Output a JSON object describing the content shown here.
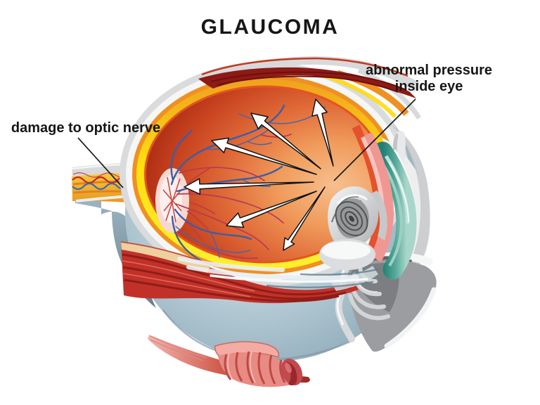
{
  "title": "GLAUCOMA",
  "annotations": {
    "pressure": {
      "line1": "abnormal pressure",
      "line2": "inside eye"
    },
    "optic": {
      "text": "damage to optic nerve"
    }
  },
  "palette": {
    "background": "#ffffff",
    "text": "#161616",
    "retina_red": "#c73a20",
    "retina_center_peach": "#f7bf8e",
    "choroid_yellow": "#ffe912",
    "choroid_orange": "#ef9023",
    "sclera_gray": "#dadbdc",
    "eyeball_blue": "#b9cfd9",
    "muscle_red": "#c23129",
    "muscle_dark_red": "#8e1a16",
    "ciliary_teal": "#2f9184",
    "ciliary_pink": "#f19793",
    "lens_silver": "#d5d6d7",
    "vessel_blue": "#3b5ea7",
    "vessel_red": "#b63a55",
    "optic_disc_pink": "#f6d8d3",
    "arrow_fill": "#ffffff",
    "arrow_outline": "#111111"
  }
}
